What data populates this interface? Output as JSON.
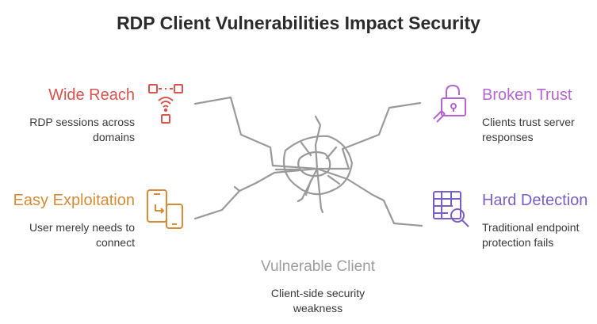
{
  "title": "RDP Client Vulnerabilities Impact Security",
  "colors": {
    "wide_reach": "#d9534f",
    "broken_trust": "#b565d1",
    "easy_exploitation": "#d98a36",
    "hard_detection": "#7a5fc6",
    "center": "#9e9e9e",
    "crack": "#9a9a9a"
  },
  "items": {
    "wide_reach": {
      "heading": "Wide Reach",
      "description_lines": [
        "RDP sessions across",
        "domains"
      ],
      "icon": "network-wifi-icon"
    },
    "broken_trust": {
      "heading": "Broken Trust",
      "description_lines": [
        "Clients trust server",
        "responses"
      ],
      "icon": "broken-lock-icon"
    },
    "easy_exploitation": {
      "heading": "Easy Exploitation",
      "description_lines": [
        "User merely needs to",
        "connect"
      ],
      "icon": "device-transfer-icon"
    },
    "hard_detection": {
      "heading": "Hard Detection",
      "description_lines": [
        "Traditional endpoint",
        "protection fails"
      ],
      "icon": "table-search-icon"
    }
  },
  "center": {
    "heading": "Vulnerable Client",
    "description_lines": [
      "Client-side security",
      "weakness"
    ]
  }
}
